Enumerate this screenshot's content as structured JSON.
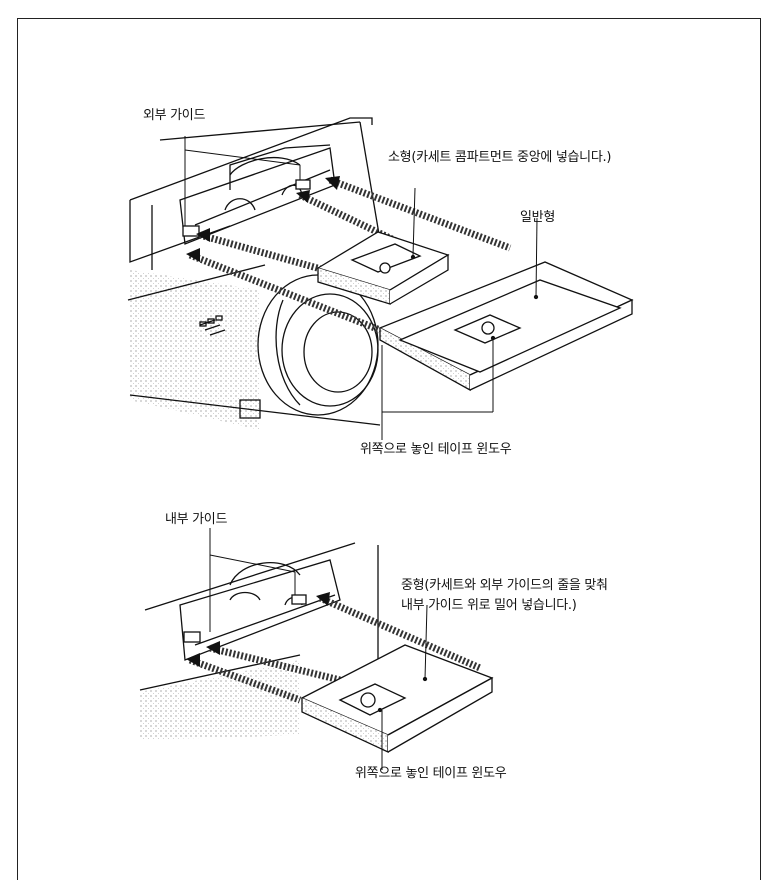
{
  "top_figure": {
    "label_outer_guide": "외부 가이드",
    "label_small": "소형(카세트 콤파트먼트 중앙에 넣습니다.)",
    "label_standard": "일반형",
    "label_window_top": "위쪽으로 놓인 테이프 윈도우"
  },
  "bottom_figure": {
    "label_inner_guide": "내부 가이드",
    "label_medium_line1": "중형(카세트와 외부 가이드의 줄을 맞춰",
    "label_medium_line2": "내부 가이드 위로 밀어 넣습니다.)",
    "label_window_top": "위쪽으로 놓인 테이프 윈도우"
  }
}
